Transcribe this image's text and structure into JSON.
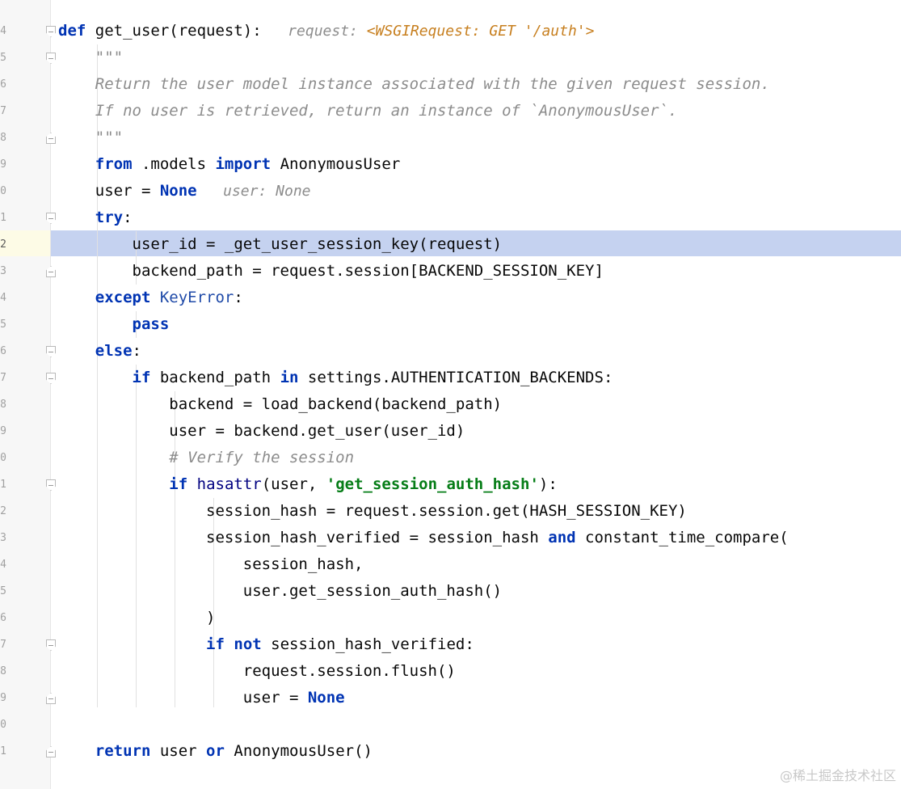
{
  "editor": {
    "gutter": {
      "line_numbers": [
        "4",
        "5",
        "6",
        "7",
        "8",
        "9",
        "0",
        "1",
        "2",
        "3",
        "4",
        "5",
        "6",
        "7",
        "8",
        "9",
        "0",
        "1",
        "2",
        "3",
        "4",
        "5",
        "6",
        "7",
        "8",
        "9",
        "0",
        "1"
      ],
      "current_line": "2"
    },
    "lines": [
      {
        "tokens": [
          {
            "t": "def",
            "c": "kw"
          },
          {
            "t": " get_user(request):",
            "c": ""
          },
          {
            "t": "   request: ",
            "c": "hint"
          },
          {
            "t": "<WSGIRequest: GET '/auth'>",
            "c": "hint-val"
          }
        ]
      },
      {
        "tokens": [
          {
            "t": "    \"\"\"",
            "c": "doc"
          }
        ]
      },
      {
        "tokens": [
          {
            "t": "    Return the user model instance associated with the given request session.",
            "c": "doc"
          }
        ]
      },
      {
        "tokens": [
          {
            "t": "    If no user is retrieved, return an instance of `AnonymousUser`.",
            "c": "doc"
          }
        ]
      },
      {
        "tokens": [
          {
            "t": "    \"\"\"",
            "c": "doc"
          }
        ]
      },
      {
        "tokens": [
          {
            "t": "    ",
            "c": ""
          },
          {
            "t": "from",
            "c": "kw"
          },
          {
            "t": " .models ",
            "c": ""
          },
          {
            "t": "import",
            "c": "kw"
          },
          {
            "t": " AnonymousUser",
            "c": ""
          }
        ]
      },
      {
        "tokens": [
          {
            "t": "    user = ",
            "c": ""
          },
          {
            "t": "None",
            "c": "kw"
          },
          {
            "t": "   user: None",
            "c": "hint"
          }
        ]
      },
      {
        "tokens": [
          {
            "t": "    ",
            "c": ""
          },
          {
            "t": "try",
            "c": "kw"
          },
          {
            "t": ":",
            "c": ""
          }
        ]
      },
      {
        "tokens": [
          {
            "t": "        user_id = _get_user_session_key(request)",
            "c": ""
          }
        ]
      },
      {
        "tokens": [
          {
            "t": "        backend_path = request.session[BACKEND_SESSION_KEY]",
            "c": ""
          }
        ]
      },
      {
        "tokens": [
          {
            "t": "    ",
            "c": ""
          },
          {
            "t": "except",
            "c": "kw"
          },
          {
            "t": " ",
            "c": ""
          },
          {
            "t": "KeyError",
            "c": "cls"
          },
          {
            "t": ":",
            "c": ""
          }
        ]
      },
      {
        "tokens": [
          {
            "t": "        ",
            "c": ""
          },
          {
            "t": "pass",
            "c": "kw"
          }
        ]
      },
      {
        "tokens": [
          {
            "t": "    ",
            "c": ""
          },
          {
            "t": "else",
            "c": "kw"
          },
          {
            "t": ":",
            "c": ""
          }
        ]
      },
      {
        "tokens": [
          {
            "t": "        ",
            "c": ""
          },
          {
            "t": "if",
            "c": "kw"
          },
          {
            "t": " backend_path ",
            "c": ""
          },
          {
            "t": "in",
            "c": "kw"
          },
          {
            "t": " settings.AUTHENTICATION_BACKENDS:",
            "c": ""
          }
        ]
      },
      {
        "tokens": [
          {
            "t": "            backend = load_backend(backend_path)",
            "c": ""
          }
        ]
      },
      {
        "tokens": [
          {
            "t": "            user = backend.get_user(user_id)",
            "c": ""
          }
        ]
      },
      {
        "tokens": [
          {
            "t": "            # Verify the session",
            "c": "cmt"
          }
        ]
      },
      {
        "tokens": [
          {
            "t": "            ",
            "c": ""
          },
          {
            "t": "if",
            "c": "kw"
          },
          {
            "t": " ",
            "c": ""
          },
          {
            "t": "hasattr",
            "c": "bi"
          },
          {
            "t": "(user, ",
            "c": ""
          },
          {
            "t": "'get_session_auth_hash'",
            "c": "str"
          },
          {
            "t": "):",
            "c": ""
          }
        ]
      },
      {
        "tokens": [
          {
            "t": "                session_hash = request.session.get(HASH_SESSION_KEY)",
            "c": ""
          }
        ]
      },
      {
        "tokens": [
          {
            "t": "                session_hash_verified = session_hash ",
            "c": ""
          },
          {
            "t": "and",
            "c": "kw"
          },
          {
            "t": " constant_time_compare(",
            "c": ""
          }
        ]
      },
      {
        "tokens": [
          {
            "t": "                    session_hash,",
            "c": ""
          }
        ]
      },
      {
        "tokens": [
          {
            "t": "                    user.get_session_auth_hash()",
            "c": ""
          }
        ]
      },
      {
        "tokens": [
          {
            "t": "                )",
            "c": ""
          }
        ]
      },
      {
        "tokens": [
          {
            "t": "                ",
            "c": ""
          },
          {
            "t": "if",
            "c": "kw"
          },
          {
            "t": " ",
            "c": ""
          },
          {
            "t": "not",
            "c": "kw"
          },
          {
            "t": " session_hash_verified:",
            "c": ""
          }
        ]
      },
      {
        "tokens": [
          {
            "t": "                    request.session.flush()",
            "c": ""
          }
        ]
      },
      {
        "tokens": [
          {
            "t": "                    user = ",
            "c": ""
          },
          {
            "t": "None",
            "c": "kw"
          }
        ]
      },
      {
        "tokens": [
          {
            "t": "",
            "c": ""
          }
        ]
      },
      {
        "tokens": [
          {
            "t": "    ",
            "c": ""
          },
          {
            "t": "return",
            "c": "kw"
          },
          {
            "t": " user ",
            "c": ""
          },
          {
            "t": "or",
            "c": "kw"
          },
          {
            "t": " AnonymousUser()",
            "c": ""
          }
        ]
      }
    ]
  },
  "watermark": "@稀土掘金技术社区"
}
